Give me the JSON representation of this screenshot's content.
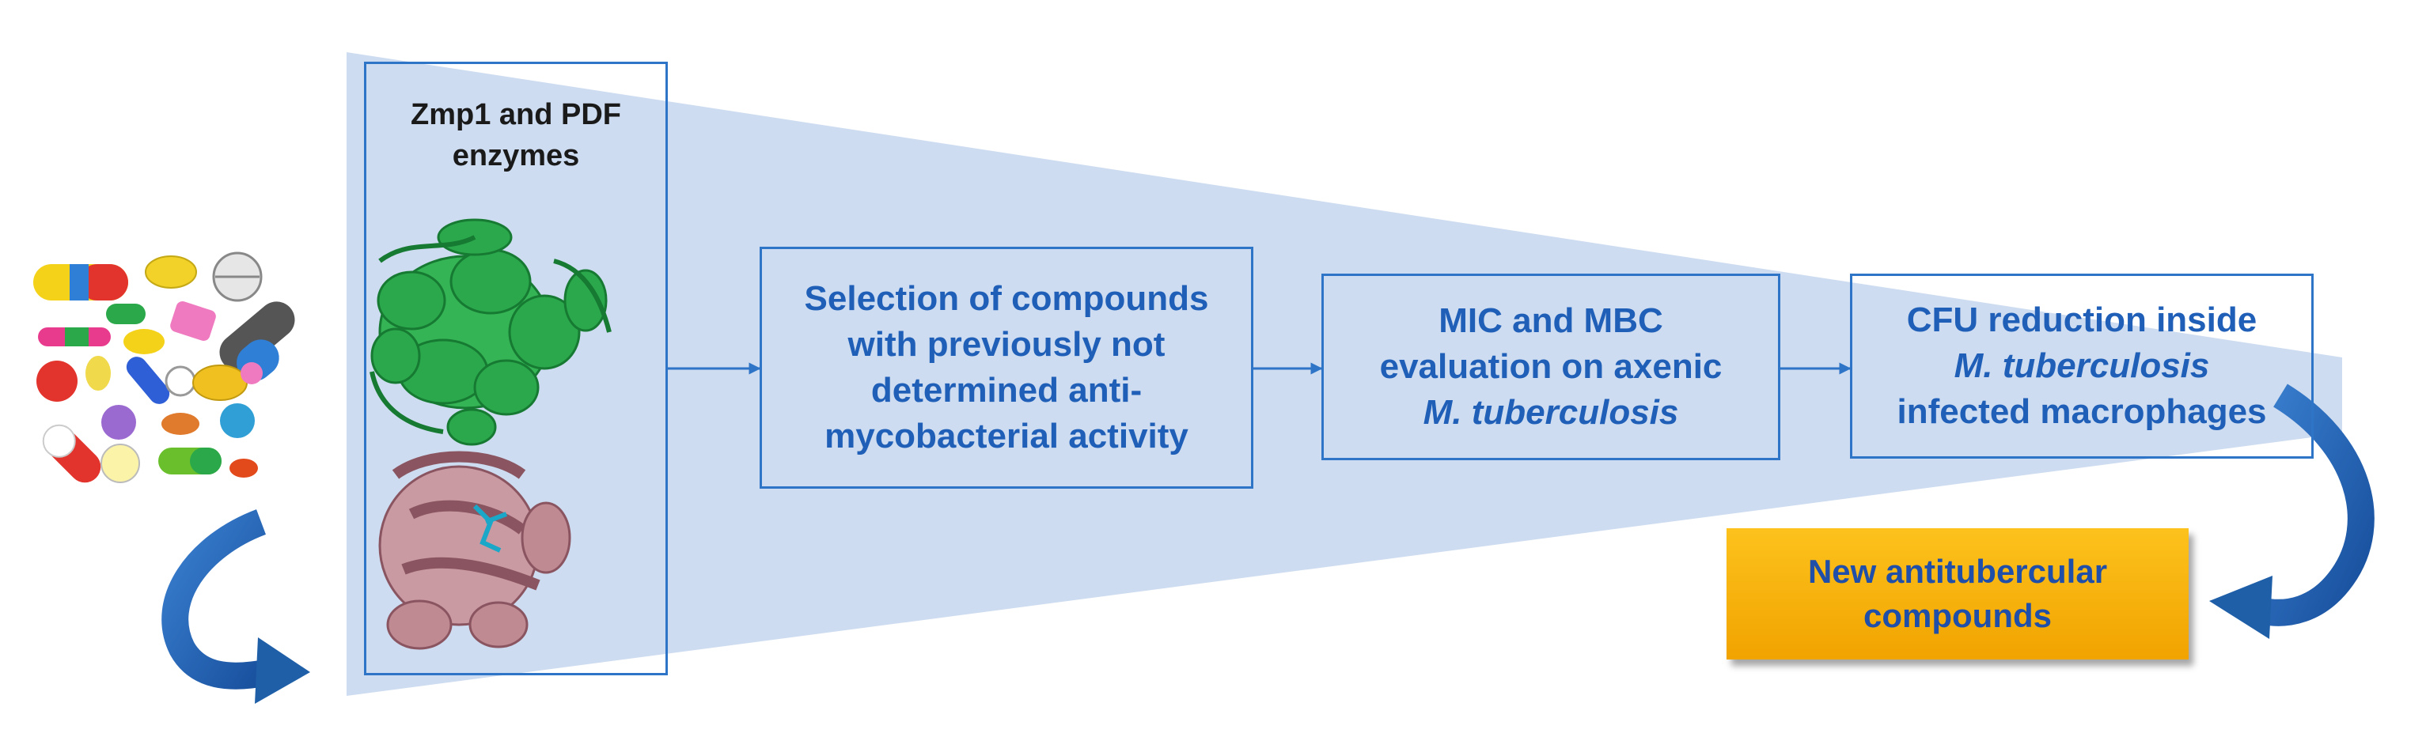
{
  "enzymes": {
    "title_line1": "Zmp1 and PDF",
    "title_line2": "enzymes"
  },
  "steps": [
    {
      "lines": [
        "Selection of compounds",
        "with previously not",
        "determined anti-",
        "mycobacterial activity"
      ]
    },
    {
      "lines": [
        "MIC and MBC",
        "evaluation on axenic"
      ],
      "italic_line": "M. tuberculosis"
    },
    {
      "line1": "CFU reduction inside",
      "italic_line": "M. tuberculosis",
      "line3": "infected macrophages"
    }
  ],
  "result": {
    "line1": "New antitubercular",
    "line2": "compounds"
  },
  "colors": {
    "funnel_fill": "#cddcf0",
    "box_border": "#2e75c8",
    "text_blue": "#1f5fb8",
    "curved_arrow": "#1f5fa8",
    "result_fill": "#f9b80d",
    "enzyme_green": "#2ca84c",
    "enzyme_pink": "#b07a84"
  },
  "icons": [
    "pills-cluster-icon",
    "curved-arrow-icon",
    "protein-structure-icon",
    "flow-arrow-icon"
  ]
}
